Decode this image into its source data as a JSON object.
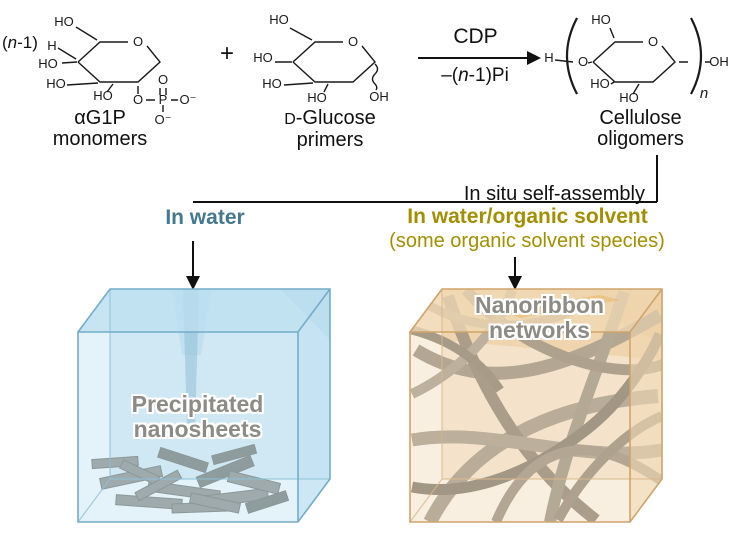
{
  "scheme": {
    "multiplier": {
      "pre": "(",
      "var": "n",
      "post": "-1)"
    },
    "plus": "+",
    "arrow_label_top": "CDP",
    "byproduct": {
      "pre": "–(",
      "var": "n",
      "post": "-1)Pi"
    },
    "atoms": {
      "g1p": [
        "HO",
        "H",
        "HO",
        "HO",
        "O",
        "HO",
        "O",
        "P",
        "O",
        "O⁻",
        "O⁻"
      ],
      "glucose": [
        "HO",
        "HO",
        "HO",
        "O",
        "HO",
        "OH"
      ],
      "cellulose": [
        "H",
        "HO",
        "O",
        "O",
        "HO",
        "HO",
        "OH",
        "n"
      ]
    },
    "labels": {
      "reactant1_line1": "αG1P",
      "reactant1_line2": "monomers",
      "reactant2_prefix": "D",
      "reactant2_rest": "-Glucose",
      "reactant2_line2": "primers",
      "product_line1": "Cellulose",
      "product_line2": "oligomers"
    }
  },
  "assembly": {
    "title": "In situ self-assembly",
    "water": {
      "title": "In water"
    },
    "organic": {
      "title": "In water/organic solvent",
      "subtitle": "(some organic solvent species)"
    }
  },
  "cubes": {
    "water": {
      "label_line1": "Precipitated",
      "label_line2": "nanosheets"
    },
    "organic": {
      "label_line1": "Nanoribbon",
      "label_line2": "networks"
    }
  },
  "colors": {
    "water_heading": "#44788f",
    "organic_heading": "#a28f00",
    "water_cube_face": "#bcdff0",
    "organic_cube_face": "#f0d8b4",
    "ribbon_gray": "#8f8c83",
    "cube_label_gray": "#8d8b85"
  }
}
